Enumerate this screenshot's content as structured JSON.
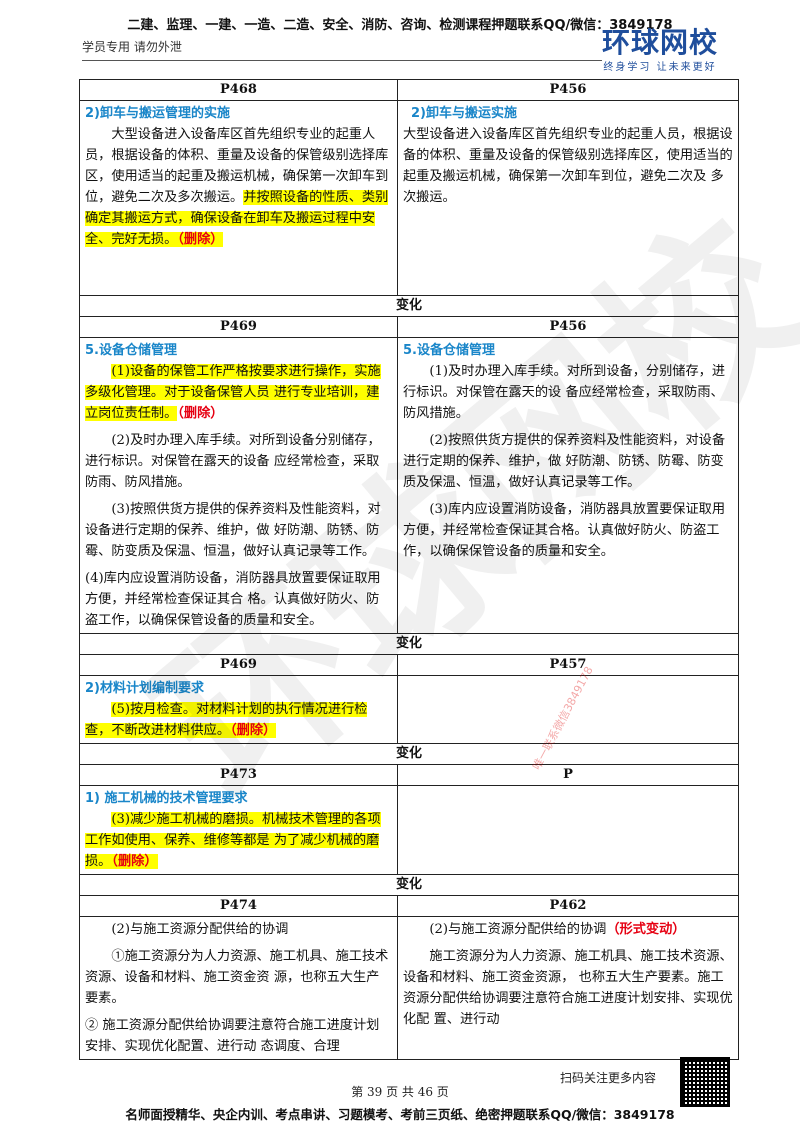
{
  "header": {
    "banner": "二建、监理、一建、一造、二造、安全、消防、咨询、检测课程押题联系QQ/微信：3849178",
    "student_note": "学员专用 请勿外泄",
    "logo_name": "环球网校",
    "logo_slogan": "终身学习 让未来更好"
  },
  "watermarks": {
    "main": "环球网校",
    "contact": "唯一联系微信3849178"
  },
  "table": {
    "change_label": "变化",
    "rows": [
      {
        "left_page": "P468",
        "right_page": "P456",
        "left": {
          "heading": "2)卸车与搬运管理的实施",
          "text_plain": "大型设备进入设备库区首先组织专业的起重人员，根据设备的体积、重量及设备的保管级别选择库区，使用适当的起重及搬运机械，确保第一次卸车到位，避免二次及多次搬运。",
          "text_highlight": "并按照设备的性质、类别确定其搬运方式，确保设备在卸车及搬运过程中安全、完好无损。",
          "tag": "（删除）"
        },
        "right": {
          "heading": "2)卸车与搬运实施",
          "text": "大型设备进入设备库区首先组织专业的起重人员，根据设备的体积、重量及设备的保管级别选择库区，使用适当的起重及搬运机械，确保第一次卸车到位，避免二次及 多次搬运。"
        }
      },
      {
        "left_page": "P469",
        "right_page": "P456",
        "left": {
          "heading": "5.设备仓储管理",
          "p1_highlight": "(1)设备的保管工作严格按要求进行操作，实施多级化管理。对于设备保管人员 进行专业培训，建立岗位责任制。",
          "p1_tag": "（删除）",
          "p2": "(2)及时办理入库手续。对所到设备分别储存，进行标识。对保管在露天的设备 应经常检查，采取防雨、防风措施。",
          "p3": "(3)按照供货方提供的保养资料及性能资料，对设备进行定期的保养、维护，做 好防潮、防锈、防霉、防变质及保温、恒温，做好认真记录等工作。",
          "p4": "(4)库内应设置消防设备，消防器具放置要保证取用方便，并经常检查保证其合 格。认真做好防火、防盗工作，以确保保管设备的质量和安全。"
        },
        "right": {
          "heading": "5.设备仓储管理",
          "p1": "(1)及时办理入库手续。对所到设备，分别储存，进行标识。对保管在露天的设 备应经常检查，采取防雨、防风措施。",
          "p2": "(2)按照供货方提供的保养资料及性能资料，对设备进行定期的保养、维护，做 好防潮、防锈、防霉、防变质及保温、恒温，做好认真记录等工作。",
          "p3": "(3)库内应设置消防设备，消防器具放置要保证取用方便，并经常检查保证其合格。认真做好防火、防盗工作，以确保保管设备的质量和安全。"
        }
      },
      {
        "left_page": "P469",
        "right_page": "P457",
        "left": {
          "heading": "2)材料计划编制要求",
          "text_highlight": "(5)按月检查。对材料计划的执行情况进行检查，不断改进材料供应。",
          "tag": "（删除）"
        }
      },
      {
        "left_page": "P473",
        "right_page": "P",
        "left": {
          "heading": "1)  施工机械的技术管理要求",
          "text_highlight": "(3)减少施工机械的磨损。机械技术管理的各项工作如使用、保养、维修等都是 为了减少机械的磨损。",
          "tag": "（删除）"
        }
      },
      {
        "left_page": "P474",
        "right_page": "P462",
        "left": {
          "p1": "(2)与施工资源分配供给的协调",
          "p2": "①施工资源分为人力资源、施工机具、施工技术资源、设备和材料、施工资金资 源，也称五大生产要素。",
          "p3": "② 施工资源分配供给协调要注意符合施工进度计划安排、实现优化配置、进行动 态调度、合理"
        },
        "right": {
          "p1_text": "(2)与施工资源分配供给的协调",
          "p1_tag": "（形式变动）",
          "p2": "施工资源分为人力资源、施工机具、施工技术资源、设备和材料、施工资金资源， 也称五大生产要素。施工资源分配供给协调要注意符合施工进度计划安排、实现优化配 置、进行动"
        }
      }
    ]
  },
  "footer": {
    "scan_text": "扫码关注更多内容",
    "page_number": "第 39 页 共 46 页",
    "banner": "名师面授精华、央企内训、考点串讲、习题模考、考前三页纸、绝密押题联系QQ/微信：3849178"
  }
}
